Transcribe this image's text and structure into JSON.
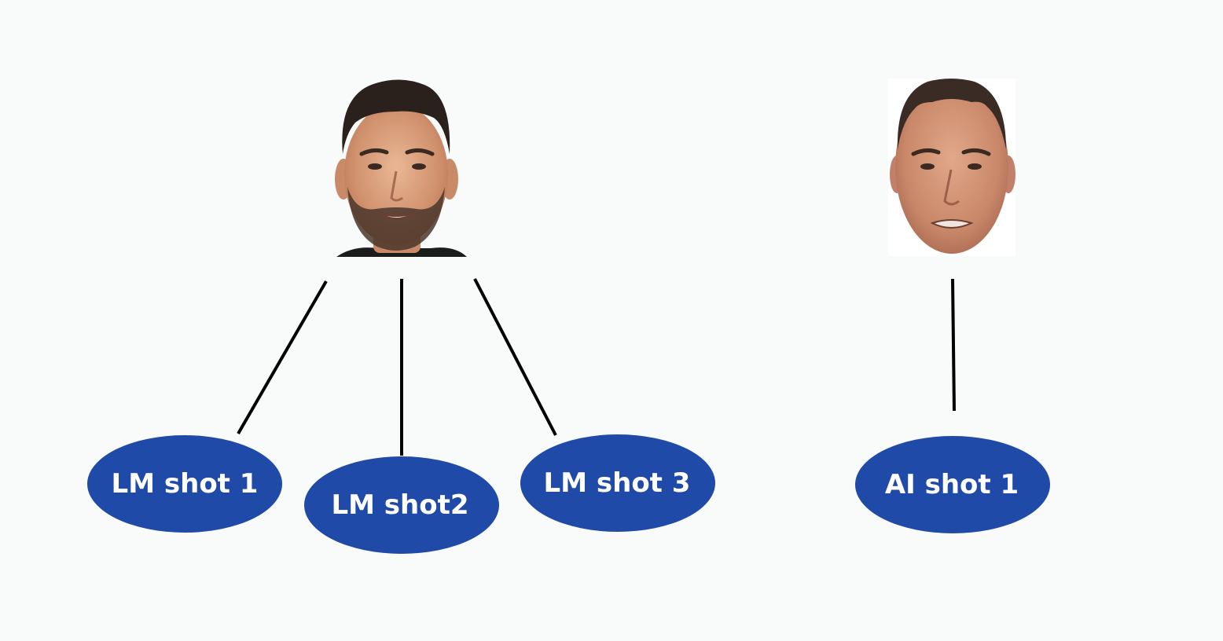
{
  "colors": {
    "background": "#f9fafa",
    "node_fill": "#1f4aa8",
    "node_text": "#ffffff",
    "edge": "#000000"
  },
  "people": [
    {
      "id": "person-1",
      "icon": "male-face-portrait-dark-beard"
    },
    {
      "id": "person-2",
      "icon": "male-face-portrait-balding"
    }
  ],
  "nodes": [
    {
      "id": "lm-shot-1",
      "label": "LM shot 1",
      "parent": "person-1"
    },
    {
      "id": "lm-shot-2",
      "label": "LM shot2",
      "parent": "person-1"
    },
    {
      "id": "lm-shot-3",
      "label": "LM shot 3",
      "parent": "person-1"
    },
    {
      "id": "ai-shot-1",
      "label": "AI shot 1",
      "parent": "person-2"
    }
  ]
}
